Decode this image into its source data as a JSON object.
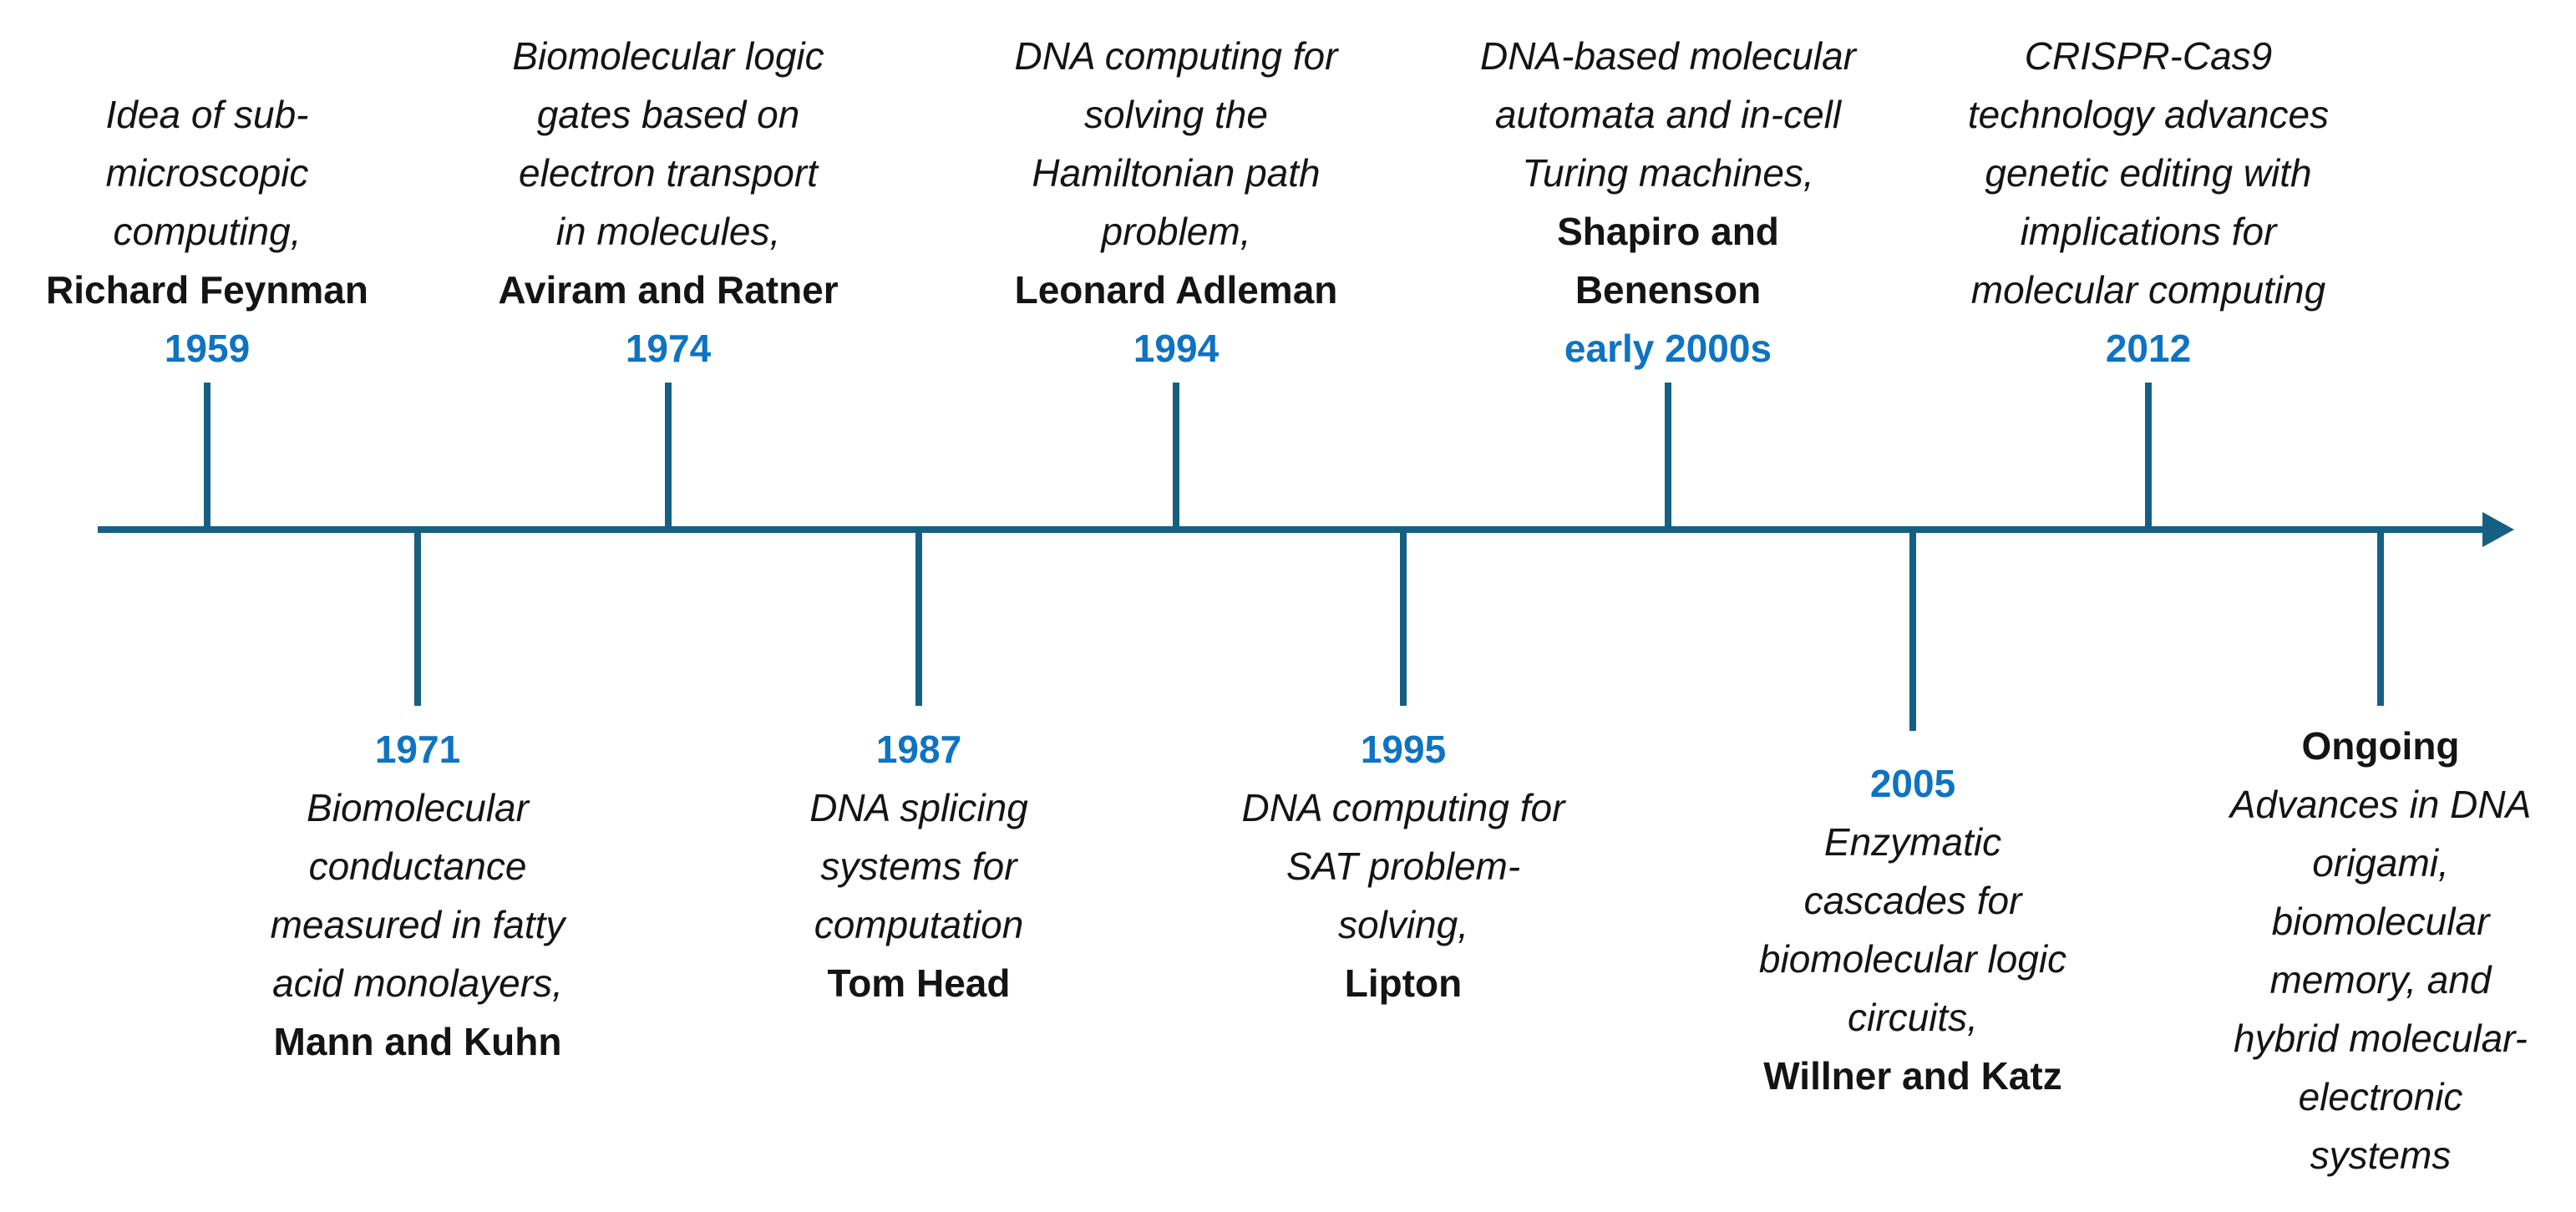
{
  "colors": {
    "axis_line": "#156082",
    "year_text": "#0e73c2",
    "body_text": "#141414",
    "background": "#ffffff"
  },
  "diagram": {
    "type": "timeline",
    "orientation": "horizontal",
    "arrow_direction": "right"
  },
  "timeline": {
    "events_above": [
      {
        "year": "1959",
        "desc_lines": [
          "Idea of sub-",
          "microscopic",
          "computing,"
        ],
        "name_lines": [
          "Richard Feynman"
        ]
      },
      {
        "year": "1974",
        "desc_lines": [
          "Biomolecular logic",
          "gates based on",
          "electron transport",
          "in molecules,"
        ],
        "name_lines": [
          "Aviram and Ratner"
        ]
      },
      {
        "year": "1994",
        "desc_lines": [
          "DNA computing for",
          "solving the",
          "Hamiltonian path",
          "problem,"
        ],
        "name_lines": [
          "Leonard Adleman"
        ]
      },
      {
        "year": "early 2000s",
        "desc_lines": [
          "DNA-based molecular",
          "automata and in-cell",
          "Turing machines,"
        ],
        "name_lines": [
          "Shapiro and",
          "Benenson"
        ]
      },
      {
        "year": "2012",
        "desc_lines": [
          "CRISPR-Cas9",
          "technology advances",
          "genetic editing with",
          "implications for",
          "molecular computing"
        ],
        "name_lines": []
      }
    ],
    "events_below": [
      {
        "year": "1971",
        "desc_lines": [
          "Biomolecular",
          "conductance",
          "measured in fatty",
          "acid monolayers,"
        ],
        "name_lines": [
          "Mann and Kuhn"
        ]
      },
      {
        "year": "1987",
        "desc_lines": [
          "DNA splicing",
          "systems for",
          "computation"
        ],
        "name_lines": [
          "Tom Head"
        ]
      },
      {
        "year": "1995",
        "desc_lines": [
          "DNA computing for",
          "SAT problem-",
          "solving,"
        ],
        "name_lines": [
          "Lipton"
        ]
      },
      {
        "year": "2005",
        "desc_lines": [
          "Enzymatic",
          "cascades for",
          "biomolecular logic",
          "circuits,"
        ],
        "name_lines": [
          "Willner and Katz"
        ]
      },
      {
        "year": "Ongoing",
        "desc_lines": [
          "Advances in DNA",
          "origami,",
          "biomolecular",
          "memory, and",
          "hybrid molecular-",
          "electronic",
          "systems"
        ],
        "name_lines": []
      }
    ]
  }
}
